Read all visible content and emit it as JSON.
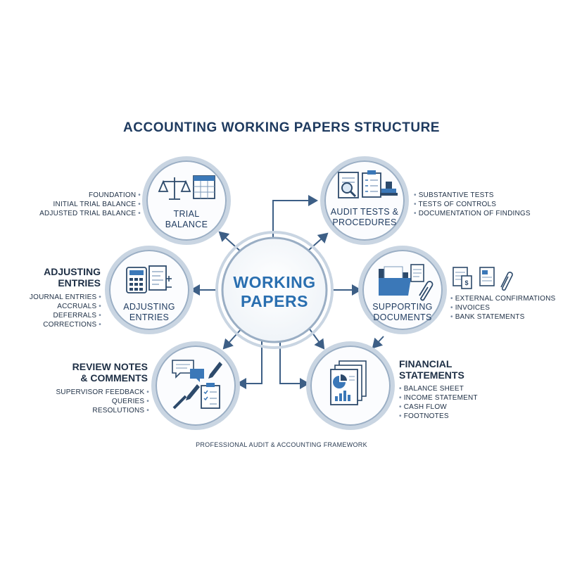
{
  "title": "ACCOUNTING WORKING PAPERS STRUCTURE",
  "center": {
    "line1": "WORKING",
    "line2": "PAPERS"
  },
  "nodes": {
    "trial_balance": {
      "line1": "TRIAL",
      "line2": "BALANCE",
      "items": [
        "FOUNDATION",
        "INITIAL TRIAL BALANCE",
        "ADJUSTED TRIAL BALANCE"
      ],
      "icons": [
        "scale-icon",
        "spreadsheet-icon"
      ]
    },
    "audit_tests": {
      "line1": "AUDIT TESTS &",
      "line2": "PROCEDURES",
      "items": [
        "SUBSTANTIVE TESTS",
        "TESTS OF CONTROLS",
        "DOCUMENTATION OF FINDINGS"
      ],
      "icons": [
        "magnifier-document-icon",
        "clipboard-checklist-icon",
        "stamp-icon"
      ]
    },
    "adjusting_entries": {
      "heading1": "ADJUSTING",
      "heading2": "ENTRIES",
      "line1": "ADJUSTING",
      "line2": "ENTRIES",
      "items": [
        "JOURNAL ENTRIES",
        "ACCRUALS",
        "DEFERRALS",
        "CORRECTIONS"
      ],
      "icons": [
        "calculator-icon",
        "ledger-icon"
      ]
    },
    "supporting_documents": {
      "line1": "SUPPORTING",
      "line2": "DOCUMENTS",
      "items": [
        "EXTERNAL CONFIRMATIONS",
        "INVOICES",
        "BANK STATEMENTS"
      ],
      "icons": [
        "folder-icon",
        "paperclip-icon",
        "invoice-icon",
        "receipt-icon"
      ]
    },
    "review_notes": {
      "heading1": "REVIEW NOTES",
      "heading2": "& COMMENTS",
      "items": [
        "SUPERVISOR FEEDBACK",
        "QUERIES",
        "RESOLUTIONS"
      ],
      "icons": [
        "speech-bubbles-icon",
        "pen-icon",
        "clipboard-icon"
      ]
    },
    "financial_statements": {
      "heading1": "FINANCIAL",
      "heading2": "STATEMENTS",
      "items": [
        "BALANCE SHEET",
        "INCOME STATEMENT",
        "CASH FLOW",
        "FOOTNOTES"
      ],
      "icons": [
        "report-stack-icon"
      ]
    }
  },
  "footer": "PROFESSIONAL AUDIT & ACCOUNTING FRAMEWORK",
  "colors": {
    "navy": "#1e3a5f",
    "accent_blue": "#2a6fb0",
    "ring": "#9aaec4"
  }
}
